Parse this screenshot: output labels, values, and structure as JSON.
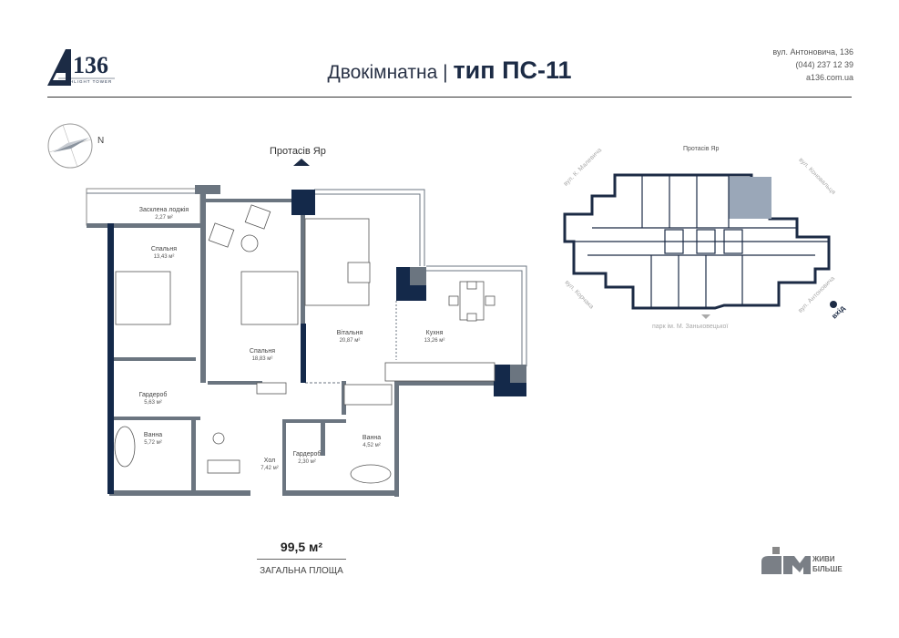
{
  "header": {
    "logo_text": "A136",
    "logo_subtitle": "HIGHLIGHT TOWER",
    "title_prefix": "Двокімнатна |",
    "title_type": "тип ПС-11",
    "address": "вул. Антоновича, 136",
    "phone": "(044) 237 12 39",
    "website": "a136.com.ua"
  },
  "compass": {
    "north_label": "N",
    "icon": "compass-icon"
  },
  "plan": {
    "orientation_label": "Протасів Яр",
    "rooms": [
      {
        "name": "Засклена лоджія",
        "area": "2,27 м²"
      },
      {
        "name": "Спальня",
        "area": "13,43 м²"
      },
      {
        "name": "Спальня",
        "area": "18,83 м²"
      },
      {
        "name": "Вітальня",
        "area": "20,87 м²"
      },
      {
        "name": "Кухня",
        "area": "13,26 м²"
      },
      {
        "name": "Гардероб",
        "area": "5,63 м²"
      },
      {
        "name": "Ванна",
        "area": "5,72 м²"
      },
      {
        "name": "Хол",
        "area": "7,42 м²"
      },
      {
        "name": "Гардероб",
        "area": "2,30 м²"
      },
      {
        "name": "Ванна",
        "area": "4,52 м²"
      }
    ]
  },
  "floor_plan": {
    "top_label": "Протасів Яр",
    "bottom_label": "парк ім. М. Заньковецької",
    "street_top_left": "вул. К. Малевича",
    "street_top_right": "вул. Коновальця",
    "street_bottom_left": "вул. Корчака",
    "street_bottom_right": "вул. Антоновича",
    "entrance_label": "вхід",
    "highlight_color": "#9aa7b8"
  },
  "summary": {
    "total_area": "99,5 м²",
    "total_area_label": "ЗАГАЛЬНА ПЛОЩА"
  },
  "developer": {
    "logo_text": "dm",
    "slogan_line1": "ЖИВИ",
    "slogan_line2": "БІЛЬШЕ"
  },
  "colors": {
    "navy": "#14294a",
    "wall_gray": "#6b7580"
  }
}
